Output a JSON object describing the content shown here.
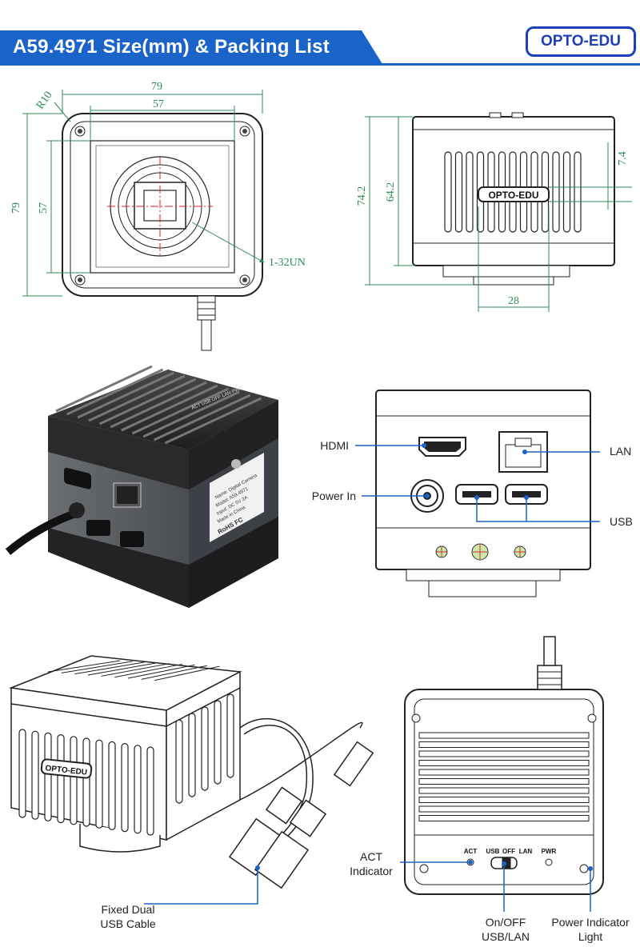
{
  "header": {
    "title": "A59.4971 Size(mm) & Packing List",
    "logo": "OPTO-EDU"
  },
  "dimensions": {
    "outer_width": "79",
    "inner_width": "57",
    "radius": "R10",
    "outer_height": "79",
    "inner_height": "57",
    "thread": "1-32UN",
    "side_height": "74.2",
    "side_inner": "64.2",
    "side_top": "7.4",
    "side_width": "28",
    "side_logo": "OPTO-EDU"
  },
  "ports": {
    "hdmi": "HDMI",
    "power": "Power In",
    "lan": "LAN",
    "usb": "USB"
  },
  "product": {
    "label_lines": [
      "Name: Digital Camera",
      "Model: A59.4971",
      "Input: DC 5V 2A",
      "Made in China"
    ],
    "rohs": "RoHS FC",
    "logo": "OPTO-EDU",
    "top_switch": "ACT  USB  OFF  LAN  PWR"
  },
  "back_panel": {
    "act": "ACT",
    "usb": "USB",
    "off": "OFF",
    "lan": "LAN",
    "pwr": "PWR"
  },
  "callouts": {
    "act_indicator": [
      "ACT",
      "Indicator"
    ],
    "on_off": [
      "On/OFF",
      "USB/LAN"
    ],
    "power_light": [
      "Power Indicator",
      "Light"
    ],
    "cable": [
      "Fixed Dual",
      "USB Cable"
    ]
  },
  "colors": {
    "accent": "#1a63c9",
    "logo": "#1f3fb5",
    "dimension": "#2e8b57",
    "callout": "#1a63c9"
  }
}
